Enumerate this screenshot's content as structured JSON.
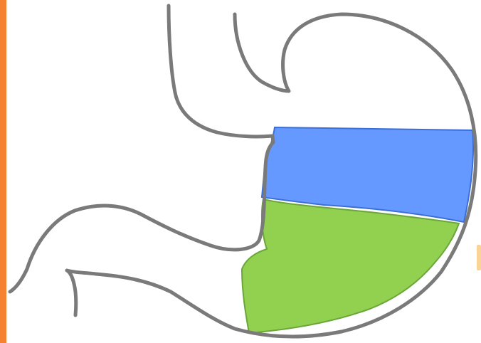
{
  "figure": {
    "subject": "stomach",
    "regions": [
      {
        "name": "band-region",
        "color": "#6699ff",
        "outline": "#3b6fd6"
      },
      {
        "name": "lower-region",
        "color": "#92d050",
        "outline": "#6aa63a"
      }
    ]
  },
  "colors": {
    "accent_bar": "#f58231",
    "outline": "#7a7a7a",
    "edge_mark": "#f5b041"
  }
}
